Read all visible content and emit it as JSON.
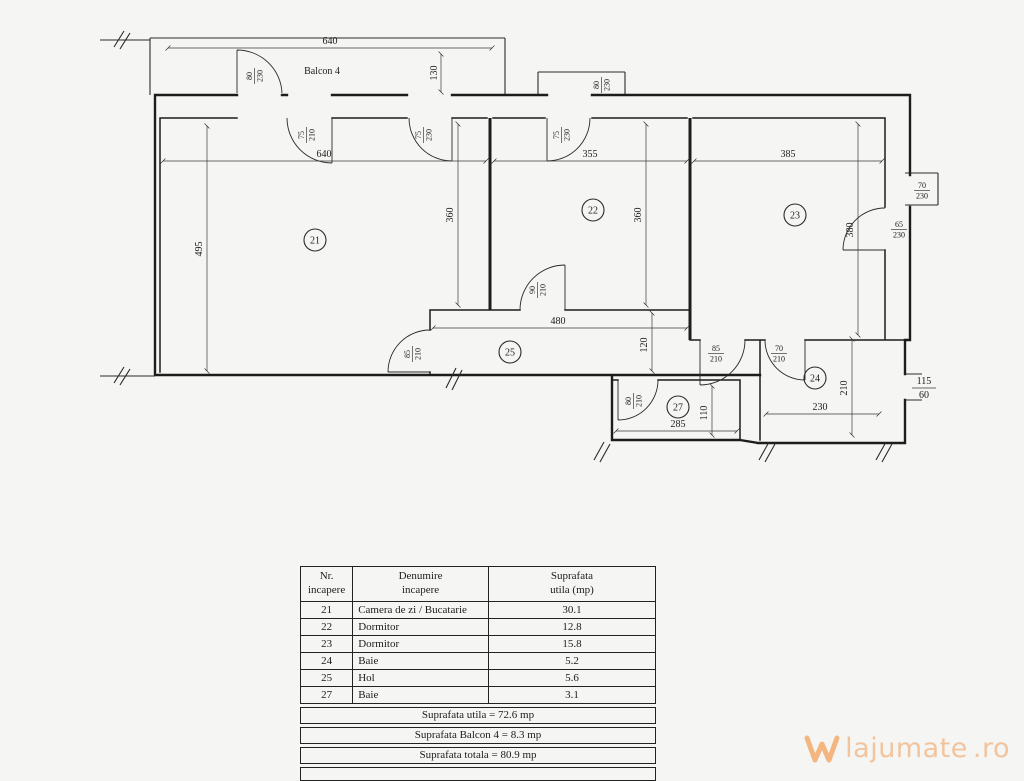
{
  "plan": {
    "balcony_label": "Balcon 4",
    "rooms": {
      "r21": "21",
      "r22": "22",
      "r23": "23",
      "r24": "24",
      "r25": "25",
      "r27": "27"
    },
    "dims": {
      "balcony_width": "640",
      "balcony_depth": "130",
      "room21_width": "640",
      "room21_height": "495",
      "room21_depth": "360",
      "room22_width": "355",
      "room22_height": "360",
      "room23_width": "385",
      "room23_height": "380",
      "hall_width": "480",
      "hall_depth": "120",
      "bath24_width": "230",
      "bath24_height": "210",
      "bath27_width": "285",
      "bath27_height": "110",
      "window_w": "115",
      "window_h": "60"
    },
    "doors": {
      "f1": {
        "n": "80",
        "d": "230"
      },
      "f2": {
        "n": "75",
        "d": "210"
      },
      "f3": {
        "n": "75",
        "d": "230"
      },
      "f4": {
        "n": "75",
        "d": "230"
      },
      "f5": {
        "n": "80",
        "d": "230"
      },
      "f6": {
        "n": "90",
        "d": "210"
      },
      "f7": {
        "n": "80",
        "d": "210"
      },
      "f8": {
        "n": "70",
        "d": "230"
      },
      "f9": {
        "n": "65",
        "d": "230"
      },
      "f10": {
        "n": "85",
        "d": "210"
      },
      "f11": {
        "n": "85",
        "d": "210"
      },
      "f12": {
        "n": "70",
        "d": "210"
      }
    }
  },
  "table": {
    "headers": {
      "nr1": "Nr.",
      "nr2": "incapere",
      "den1": "Denumire",
      "den2": "incapere",
      "sup1": "Suprafata",
      "sup2": "utila (mp)"
    },
    "rows": [
      {
        "nr": "21",
        "name": "Camera de zi / Bucatarie",
        "area": "30.1"
      },
      {
        "nr": "22",
        "name": "Dormitor",
        "area": "12.8"
      },
      {
        "nr": "23",
        "name": "Dormitor",
        "area": "15.8"
      },
      {
        "nr": "24",
        "name": "Baie",
        "area": "5.2"
      },
      {
        "nr": "25",
        "name": "Hol",
        "area": "5.6"
      },
      {
        "nr": "27",
        "name": "Baie",
        "area": "3.1"
      }
    ],
    "summary": {
      "utila": "Suprafata utila = 72.6 mp",
      "balcon": "Suprafata Balcon 4 = 8.3 mp",
      "totala": "Suprafata totala = 80.9 mp"
    }
  },
  "watermark": {
    "name": "lajumate",
    "tld": ".ro"
  }
}
